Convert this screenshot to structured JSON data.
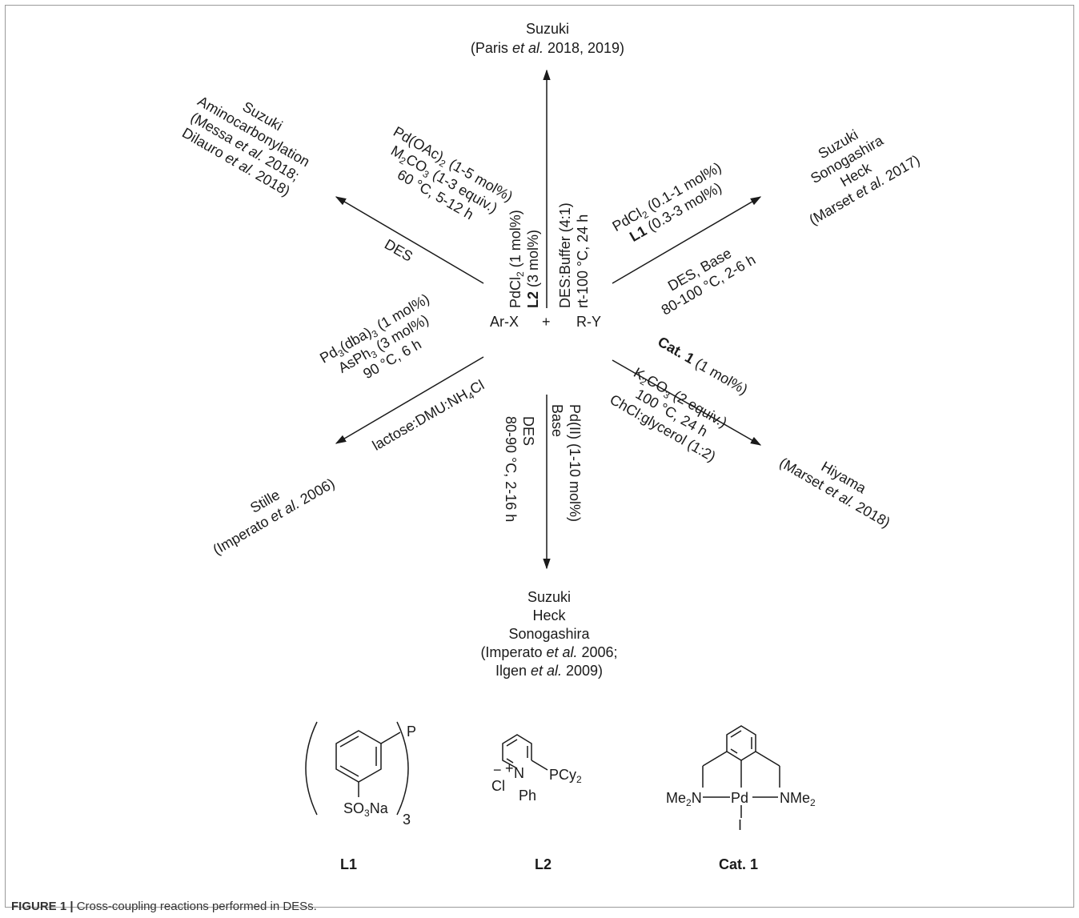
{
  "center": {
    "arx": "Ar-X",
    "plus": "+",
    "ry": "R-Y"
  },
  "top": {
    "title": "Suzuki",
    "ref_a": "(Paris ",
    "ref_et": "et al.",
    "ref_b": " 2018, 2019)",
    "left_l1": "PdCl",
    "left_l1_sub": "2",
    "left_l1_rest": " (1 mol%)",
    "left_l2_bold": "L2",
    "left_l2_rest": " (3 mol%)",
    "right_l1": "DES:Buffer (4:1)",
    "right_l2": "rt-100 °C, 24 h"
  },
  "upper_left": {
    "t1": "Suzuki",
    "t2": "Aminocarbonylation",
    "t3a": "(Messa ",
    "t3et": "et al.",
    "t3b": " 2018;",
    "t4a": "Dilauro ",
    "t4et": "et al.",
    "t4b": " 2018)",
    "c1a": "Pd(OAc)",
    "c1s": "2",
    "c1b": " (1-5 mol%)",
    "c2a": "M",
    "c2s": "2",
    "c2b": "CO",
    "c2s2": "3",
    "c2c": " (1-3 equiv.)",
    "c3": "60 °C, 5-12 h",
    "below": "DES"
  },
  "upper_right": {
    "t1": "Suzuki",
    "t2": "Sonogashira",
    "t3": "Heck",
    "t4a": "(Marset ",
    "t4et": "et al.",
    "t4b": " 2017)",
    "c1a": "PdCl",
    "c1s": "2",
    "c1b": " (0.1-1 mol%)",
    "c2bold": "L1",
    "c2b": " (0.3-3 mol%)",
    "b1": "DES, Base",
    "b2": "80-100 °C, 2-6 h"
  },
  "lower_left": {
    "c1a": "Pd",
    "c1s": "3",
    "c1b": "(dba)",
    "c1s2": "3",
    "c1c": " (1 mol%)",
    "c2a": "AsPh",
    "c2s": "3",
    "c2b": " (3 mol%)",
    "c3": "90 °C, 6 h",
    "c4a": "lactose:DMU:NH",
    "c4s": "4",
    "c4b": "Cl",
    "t1": "Stille",
    "t2a": "(Imperato ",
    "t2et": "et al.",
    "t2b": " 2006)"
  },
  "lower_right": {
    "c1bold": "Cat. 1",
    "c1b": " (1 mol%)",
    "c2a": "K",
    "c2s": "2",
    "c2b": "CO",
    "c2s2": "3",
    "c2c": " (2 equiv.)",
    "c3": "100 °C, 24 h",
    "c4": "ChCl:glycerol (1:2)",
    "t1": "Hiyama",
    "t2a": "(Marset ",
    "t2et": "et al.",
    "t2b": " 2018)"
  },
  "bottom": {
    "l1": "DES",
    "l2": "80-90 °C, 2-16 h",
    "r1": "Pd(II) (1-10 mol%)",
    "r2": "Base",
    "t1": "Suzuki",
    "t2": "Heck",
    "t3": "Sonogashira",
    "t4a": "(Imperato ",
    "t4et": "et al.",
    "t4b": " 2006;",
    "t5a": "Ilgen ",
    "t5et": "et al.",
    "t5b": " 2009)"
  },
  "structures": {
    "l1_p": "P",
    "l1_so3na": "SO",
    "l1_so3na_sub": "3",
    "l1_so3na_rest": "Na",
    "l1_sub3": "3",
    "l2_n": "N",
    "l2_plus": "+",
    "l2_minus": "−",
    "l2_cl": "Cl",
    "l2_ph": "Ph",
    "l2_pcy": "PCy",
    "l2_pcy_sub": "2",
    "cat_me2n": "Me",
    "cat_me2n_sub": "2",
    "cat_me2n_n": "N",
    "cat_pd": "Pd",
    "cat_nme": "NMe",
    "cat_nme_sub": "2",
    "cat_i": "I",
    "label_l1": "L1",
    "label_l2": "L2",
    "label_cat": "Cat. 1"
  },
  "caption": {
    "fig": "FIGURE 1 |",
    "text": " Cross-coupling reactions performed in DESs."
  }
}
